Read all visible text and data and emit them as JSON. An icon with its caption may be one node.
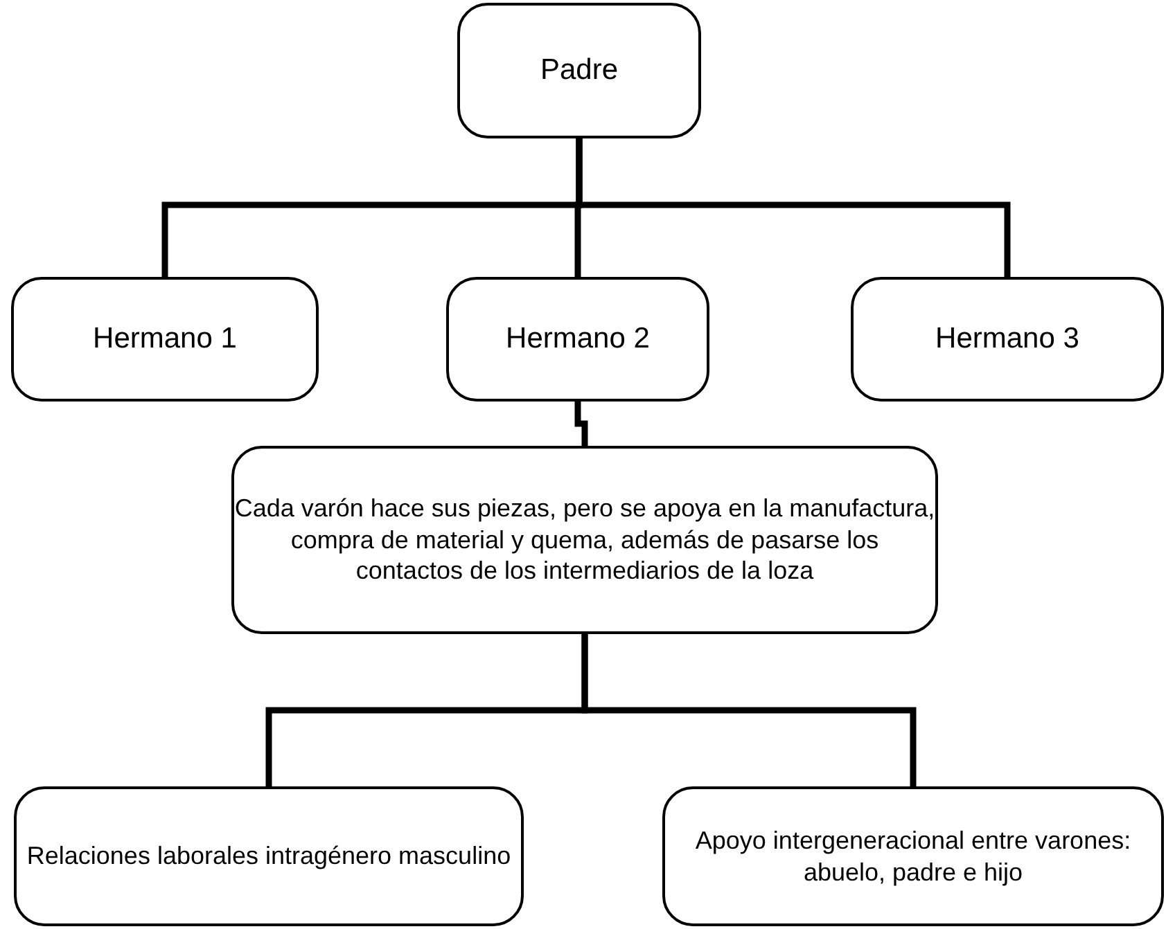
{
  "diagram": {
    "nodes": [
      {
        "text": [
          "Padre"
        ]
      },
      {
        "text": [
          "Hermano 1"
        ]
      },
      {
        "text": [
          "Hermano 2"
        ]
      },
      {
        "text": [
          "Hermano 3"
        ]
      },
      {
        "text": [
          "Cada varón hace sus piezas,  pero se apoya en la manufactura, compra de material y quema, además de pasarse los contactos de los intermediarios de la loza"
        ]
      },
      {
        "text": [
          "Relaciones laborales intragénero masculino"
        ]
      },
      {
        "text": [
          "Apoyo intergeneracional entre varones: abuelo, padre e hijo"
        ]
      }
    ],
    "edges": [
      {
        "from": 0,
        "to": 1,
        "arrow": "none"
      },
      {
        "from": 0,
        "to": 2,
        "arrow": "none"
      },
      {
        "from": 0,
        "to": 3,
        "arrow": "none"
      },
      {
        "from": 2,
        "to": 4,
        "arrow": "none"
      },
      {
        "from": 4,
        "to": 5,
        "arrow": "none"
      },
      {
        "from": 4,
        "to": 6,
        "arrow": "none"
      }
    ]
  }
}
